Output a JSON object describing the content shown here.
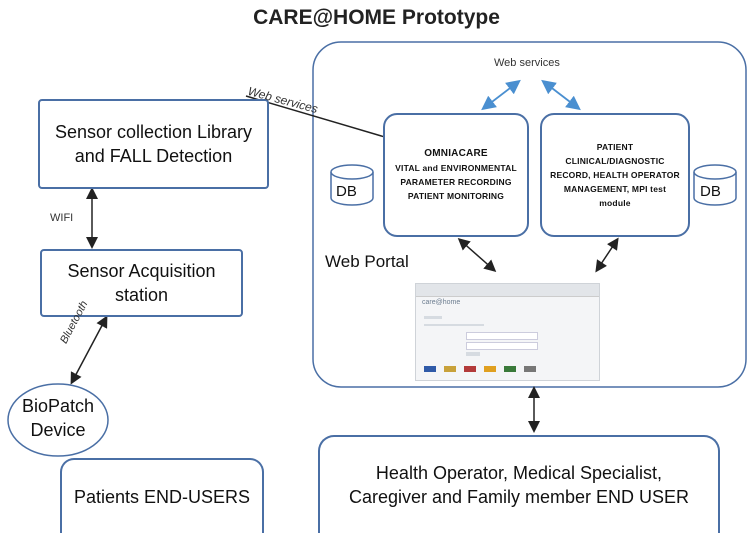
{
  "title": "CARE@HOME Prototype",
  "left": {
    "sensor_collection": "Sensor collection Library and FALL Detection",
    "sensor_acquisition": "Sensor Acquisition station",
    "biopatch": "BioPatch Device",
    "patients": "Patients END-USERS",
    "wifi_label": "WIFI",
    "bluetooth_label": "Bluetooth",
    "web_services_label": "Web services"
  },
  "right": {
    "web_services": "Web services",
    "omniacare_title": "OMNIACARE",
    "omniacare_body": "VITAL and ENVIRONMENTAL PARAMETER RECORDING PATIENT MONITORING",
    "patient_record": "PATIENT CLINICAL/DIAGNOSTIC RECORD, HEALTH OPERATOR MANAGEMENT, MPI test module",
    "db_left": "DB",
    "db_right": "DB",
    "web_portal": "Web Portal",
    "portal_logo": "care@home"
  },
  "end_user": "Health Operator, Medical Specialist, Caregiver and Family member END USER",
  "colors": {
    "box_border": "#4a6fa5",
    "arrow_blue": "#4a8fd0",
    "arrow_black": "#222222"
  }
}
